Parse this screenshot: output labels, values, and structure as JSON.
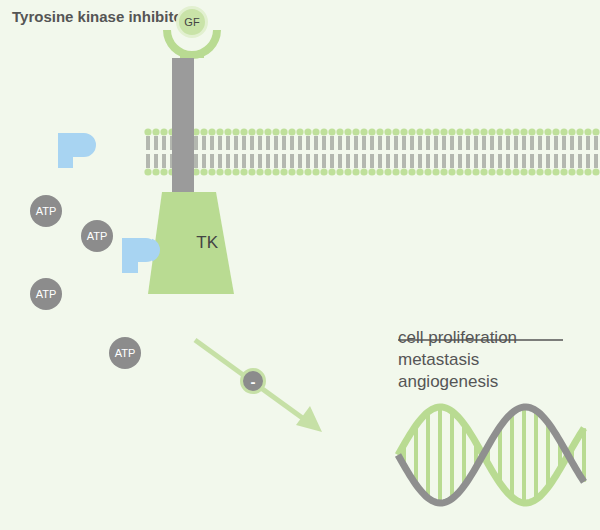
{
  "diagram": {
    "title": "Tyrosine kinase inhibitors",
    "nodes": [
      {
        "text": [
          "GF"
        ]
      },
      {
        "text": [
          "TK"
        ]
      },
      {
        "text": [
          "ATP"
        ]
      },
      {
        "text": [
          "ATP"
        ]
      },
      {
        "text": [
          "ATP"
        ]
      },
      {
        "text": [
          "ATP"
        ]
      },
      {
        "text": [
          "-"
        ]
      }
    ],
    "labels": [
      "cell proliferation",
      "metastasis",
      "angiogenesis"
    ]
  }
}
